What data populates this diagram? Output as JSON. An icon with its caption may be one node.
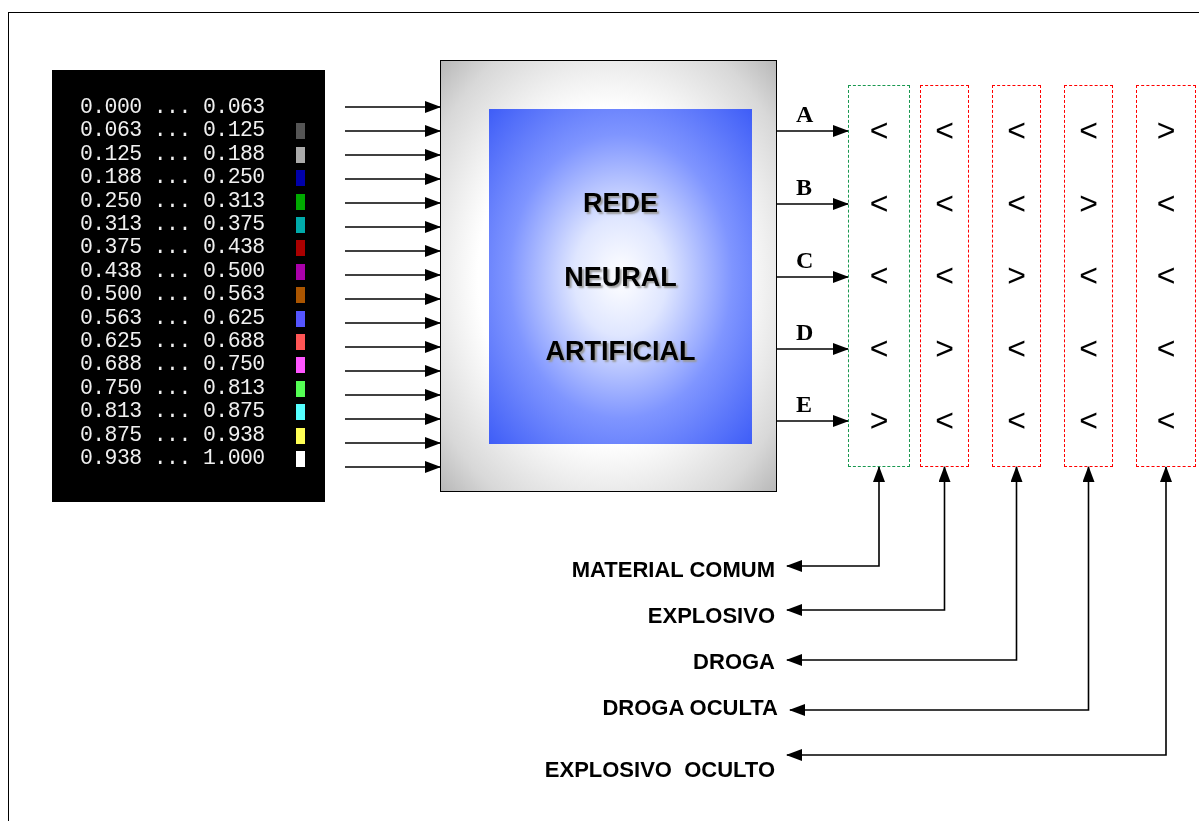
{
  "diagram": {
    "nodes": [
      {
        "text": [
          "REDE NEURAL ARTIFICIAL"
        ]
      },
      {
        "text": [
          "<",
          "<",
          "<",
          "<",
          ">"
        ]
      },
      {
        "text": [
          "<",
          "<",
          "<",
          ">",
          "<"
        ]
      },
      {
        "text": [
          "<",
          "<",
          ">",
          "<",
          "<"
        ]
      },
      {
        "text": [
          "<",
          ">",
          "<",
          "<",
          "<"
        ]
      },
      {
        "text": [
          ">",
          "<",
          "<",
          "<",
          "<"
        ]
      },
      {
        "text": [
          "MATERIAL COMUM"
        ]
      },
      {
        "text": [
          "EXPLOSIVO"
        ]
      },
      {
        "text": [
          "DROGA"
        ]
      },
      {
        "text": [
          "DROGA OCULTA"
        ]
      },
      {
        "text": [
          "EXPLOSIVO  OCULTO"
        ]
      }
    ],
    "edges": [
      {
        "from": null,
        "to": 0,
        "arrow": "to"
      },
      {
        "from": null,
        "to": 0,
        "arrow": "to"
      },
      {
        "from": null,
        "to": 0,
        "arrow": "to"
      },
      {
        "from": null,
        "to": 0,
        "arrow": "to"
      },
      {
        "from": null,
        "to": 0,
        "arrow": "to"
      },
      {
        "from": null,
        "to": 0,
        "arrow": "to"
      },
      {
        "from": null,
        "to": 0,
        "arrow": "to"
      },
      {
        "from": null,
        "to": 0,
        "arrow": "to"
      },
      {
        "from": null,
        "to": 0,
        "arrow": "to"
      },
      {
        "from": null,
        "to": 0,
        "arrow": "to"
      },
      {
        "from": null,
        "to": 0,
        "arrow": "to"
      },
      {
        "from": null,
        "to": 0,
        "arrow": "to"
      },
      {
        "from": null,
        "to": 0,
        "arrow": "to"
      },
      {
        "from": null,
        "to": 0,
        "arrow": "to"
      },
      {
        "from": null,
        "to": 0,
        "arrow": "to"
      },
      {
        "from": null,
        "to": 0,
        "arrow": "to"
      },
      {
        "from": 0,
        "to": 1,
        "arrow": "to",
        "label": "A"
      },
      {
        "from": 0,
        "to": 1,
        "arrow": "to",
        "label": "B"
      },
      {
        "from": 0,
        "to": 1,
        "arrow": "to",
        "label": "C"
      },
      {
        "from": 0,
        "to": 1,
        "arrow": "to",
        "label": "D"
      },
      {
        "from": 0,
        "to": 1,
        "arrow": "to",
        "label": "E"
      },
      {
        "from": 1,
        "to": 6,
        "arrow": "both"
      },
      {
        "from": 2,
        "to": 7,
        "arrow": "both"
      },
      {
        "from": 3,
        "to": 8,
        "arrow": "both"
      },
      {
        "from": 4,
        "to": 9,
        "arrow": "both"
      },
      {
        "from": 5,
        "to": 10,
        "arrow": "both"
      }
    ],
    "legend": [
      {
        "text": "0.000 ... 0.063",
        "color": "#000000"
      },
      {
        "text": "0.063 ... 0.125",
        "color": "#555555"
      },
      {
        "text": "0.125 ... 0.188",
        "color": "#aaaaaa"
      },
      {
        "text": "0.188 ... 0.250",
        "color": "#0000aa"
      },
      {
        "text": "0.250 ... 0.313",
        "color": "#00aa00"
      },
      {
        "text": "0.313 ... 0.375",
        "color": "#00aaaa"
      },
      {
        "text": "0.375 ... 0.438",
        "color": "#aa0000"
      },
      {
        "text": "0.438 ... 0.500",
        "color": "#aa00aa"
      },
      {
        "text": "0.500 ... 0.563",
        "color": "#aa5500"
      },
      {
        "text": "0.563 ... 0.625",
        "color": "#5555ff"
      },
      {
        "text": "0.625 ... 0.688",
        "color": "#ff5555"
      },
      {
        "text": "0.688 ... 0.750",
        "color": "#ff55ff"
      },
      {
        "text": "0.750 ... 0.813",
        "color": "#55ff55"
      },
      {
        "text": "0.813 ... 0.875",
        "color": "#55ffff"
      },
      {
        "text": "0.875 ... 0.938",
        "color": "#ffff55"
      },
      {
        "text": "0.938 ... 1.000",
        "color": "#ffffff"
      }
    ]
  }
}
